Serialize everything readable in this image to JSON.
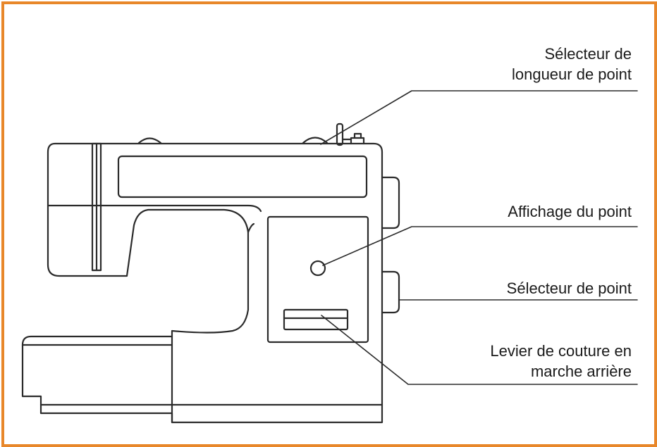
{
  "colors": {
    "border": "#e8872a",
    "line": "#2b2b2b"
  },
  "labels": {
    "stitch_length_selector": [
      "Sélecteur de",
      "longueur de point"
    ],
    "stitch_display": [
      "Affichage du point"
    ],
    "stitch_selector": [
      "Sélecteur de point"
    ],
    "reverse_lever": [
      "Levier de couture en",
      "marche arrière"
    ]
  }
}
